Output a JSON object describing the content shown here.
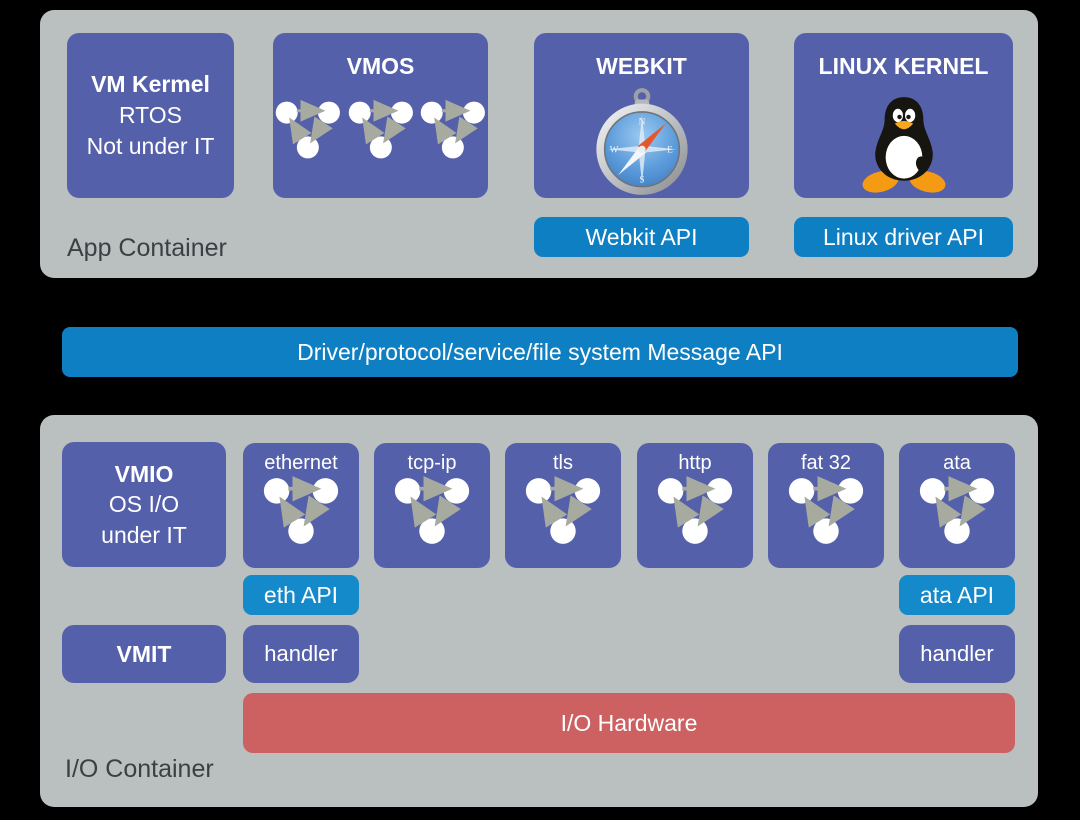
{
  "colors": {
    "background": "#000000",
    "container": "#b9c0bf",
    "box_purple": "#5560ab",
    "api_blue": "#0e7fc2",
    "api_blue_light": "#158aca",
    "hardware_red": "#cd6162",
    "label_dark": "#3b4143",
    "arrow_gray": "#a7aa9e"
  },
  "app_container": {
    "label": "App Container",
    "vm_kernel": {
      "title": "VM Kermel",
      "line2": "RTOS",
      "line3": "Not under IT"
    },
    "vmos": {
      "title": "VMOS",
      "icon": "process-triad-icon"
    },
    "webkit": {
      "title": "WEBKIT",
      "icon": "safari-compass-icon",
      "api": "Webkit API"
    },
    "linux": {
      "title": "LINUX KERNEL",
      "icon": "tux-penguin-icon",
      "api": "Linux driver API"
    }
  },
  "message_bar": {
    "label": "Driver/protocol/service/file system Message API"
  },
  "io_container": {
    "label": "I/O Container",
    "vmio": {
      "title": "VMIO",
      "line2": "OS I/O",
      "line3": "under IT"
    },
    "vmit": {
      "title": "VMIT"
    },
    "protocols": [
      {
        "label": "ethernet",
        "icon": "process-triad-icon"
      },
      {
        "label": "tcp-ip",
        "icon": "process-triad-icon"
      },
      {
        "label": "tls",
        "icon": "process-triad-icon"
      },
      {
        "label": "http",
        "icon": "process-triad-icon"
      },
      {
        "label": "fat 32",
        "icon": "process-triad-icon"
      },
      {
        "label": "ata",
        "icon": "process-triad-icon"
      }
    ],
    "eth_api": "eth API",
    "ata_api": "ata API",
    "handler_left": "handler",
    "handler_right": "handler",
    "io_hardware": "I/O Hardware"
  }
}
